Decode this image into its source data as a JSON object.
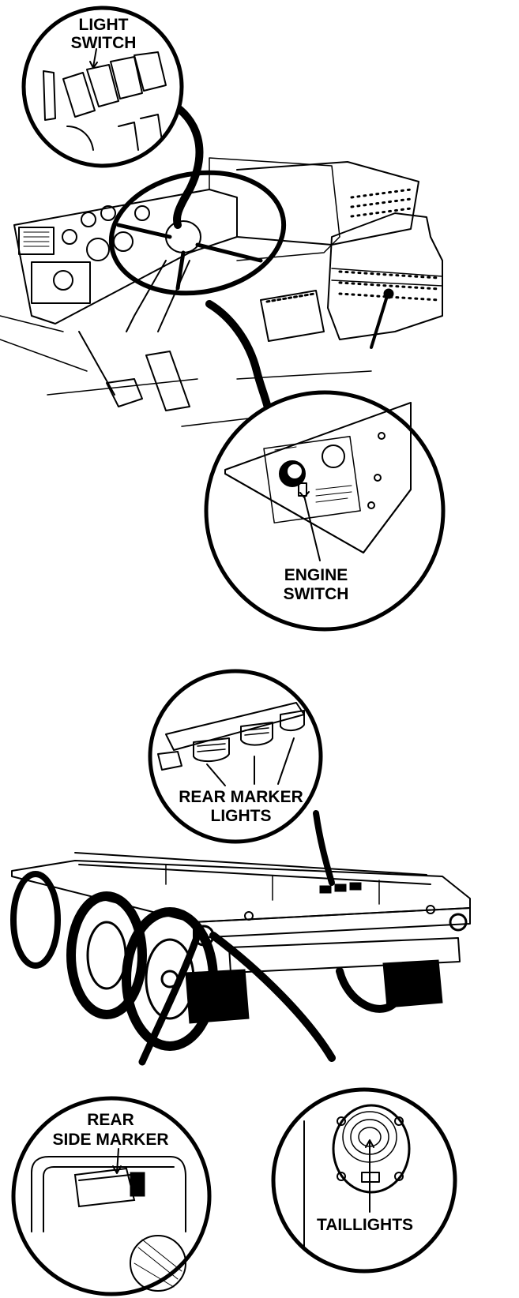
{
  "callouts": {
    "light_switch": [
      "LIGHT",
      "SWITCH"
    ],
    "engine_switch": [
      "ENGINE",
      "SWITCH"
    ],
    "rear_marker_lights": [
      "REAR MARKER",
      "LIGHTS"
    ],
    "rear_side_marker": [
      "REAR",
      "SIDE MARKER"
    ],
    "taillights": [
      "TAILLIGHTS"
    ]
  },
  "colors": {
    "ink": "#000000",
    "paper": "#ffffff"
  }
}
